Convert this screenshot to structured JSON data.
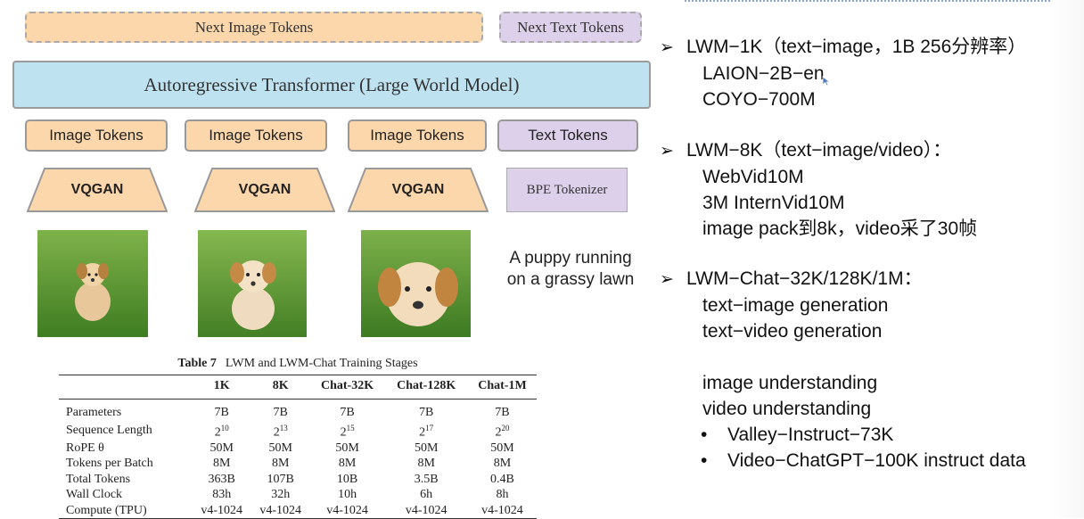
{
  "diagram": {
    "next_image_tokens": "Next Image Tokens",
    "next_text_tokens": "Next Text Tokens",
    "transformer": "Autoregressive Transformer (Large World Model)",
    "image_tokens": [
      "Image Tokens",
      "Image Tokens",
      "Image Tokens"
    ],
    "text_tokens": "Text Tokens",
    "vqgan": [
      "VQGAN",
      "VQGAN",
      "VQGAN"
    ],
    "bpe": "BPE Tokenizer",
    "caption_line1": "A puppy running",
    "caption_line2": "on a grassy lawn"
  },
  "table": {
    "label": "Table 7",
    "title": "LWM and LWM-Chat Training Stages",
    "headers": [
      "",
      "1K",
      "8K",
      "Chat-32K",
      "Chat-128K",
      "Chat-1M"
    ],
    "rows": [
      {
        "name": "Parameters",
        "cells": [
          "7B",
          "7B",
          "7B",
          "7B",
          "7B"
        ]
      },
      {
        "name": "Sequence Length",
        "base": "2",
        "exps": [
          "10",
          "13",
          "15",
          "17",
          "20"
        ]
      },
      {
        "name": "RoPE θ",
        "cells": [
          "50M",
          "50M",
          "50M",
          "50M",
          "50M"
        ]
      },
      {
        "name": "Tokens per Batch",
        "cells": [
          "8M",
          "8M",
          "8M",
          "8M",
          "8M"
        ]
      },
      {
        "name": "Total Tokens",
        "cells": [
          "363B",
          "107B",
          "10B",
          "3.5B",
          "0.4B"
        ]
      },
      {
        "name": "Wall Clock",
        "cells": [
          "83h",
          "32h",
          "10h",
          "6h",
          "8h"
        ]
      },
      {
        "name": "Compute (TPU)",
        "cells": [
          "v4-1024",
          "v4-1024",
          "v4-1024",
          "v4-1024",
          "v4-1024"
        ]
      }
    ]
  },
  "notes": {
    "arrow": "➢",
    "dot": "•",
    "s1_head": "LWM−1K（text−image，1B 256分辨率）",
    "s1_items": [
      "LAION−2B−en",
      "COYO−700M"
    ],
    "s2_head": "LWM−8K（text−image/video）：",
    "s2_items": [
      "WebVid10M",
      "3M InternVid10M",
      "image pack到8k，video采了30帧"
    ],
    "s3_head": "LWM−Chat−32K/128K/1M：",
    "s3_items": [
      "text−image generation",
      "text−video generation"
    ],
    "s3_items2": [
      "image understanding",
      "video understanding"
    ],
    "s3_bullets": [
      "Valley−Instruct−73K",
      "Video−ChatGPT−100K instruct data"
    ]
  },
  "colors": {
    "image_token": "#fbd7ab",
    "text_token": "#ddd0ea",
    "transformer": "#bfe2f1"
  }
}
